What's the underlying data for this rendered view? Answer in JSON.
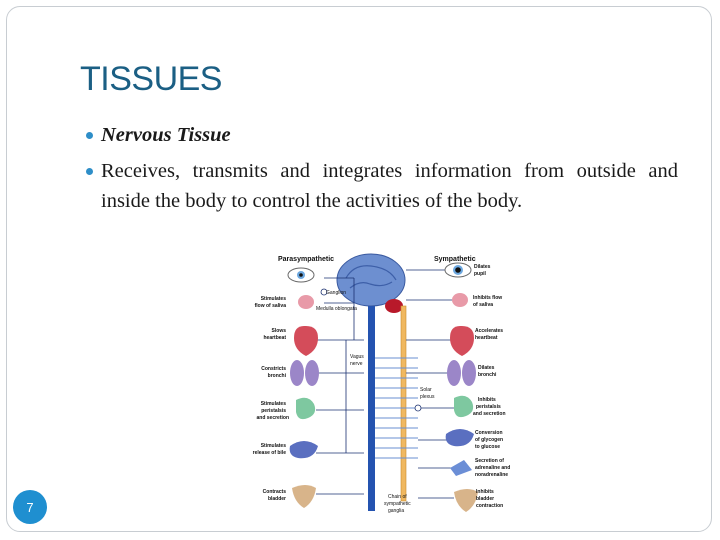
{
  "slide": {
    "title": "TISSUES",
    "page_number": "7"
  },
  "bullets": [
    {
      "text": "Nervous Tissue"
    },
    {
      "text": "Receives, transmits and integrates information from outside and inside the body to control the activities of the body."
    }
  ],
  "figure": {
    "header_left": "Parasympathetic",
    "header_right": "Sympathetic",
    "center_labels": {
      "ganglion": "Ganglion",
      "medulla": "Medulla oblongata",
      "vagus_1": "Vagus",
      "vagus_2": "nerve",
      "solar_1": "Solar",
      "solar_2": "plexus",
      "chain_1": "Chain of",
      "chain_2": "sympathetic",
      "chain_3": "ganglia"
    },
    "left_labels": [
      [
        "Stimulates",
        "flow of saliva"
      ],
      [
        "Slows",
        "heartbeat"
      ],
      [
        "Constricts",
        "bronchi"
      ],
      [
        "Stimulates",
        "peristalsis",
        "and secretion"
      ],
      [
        "Stimulates",
        "release of bile"
      ],
      [
        "Contracts",
        "bladder"
      ]
    ],
    "right_labels": [
      [
        "Dilates",
        "pupil"
      ],
      [
        "Inhibits flow",
        "of saliva"
      ],
      [
        "Accelerates",
        "heartbeat"
      ],
      [
        "Dilates",
        "bronchi"
      ],
      [
        "Inhibits",
        "peristalsis",
        "and secretion"
      ],
      [
        "Conversion",
        "of glycogen",
        "to glucose"
      ],
      [
        "Secretion of",
        "adrenaline and",
        "noradrenaline"
      ],
      [
        "Inhibits",
        "bladder",
        "contraction"
      ]
    ]
  }
}
